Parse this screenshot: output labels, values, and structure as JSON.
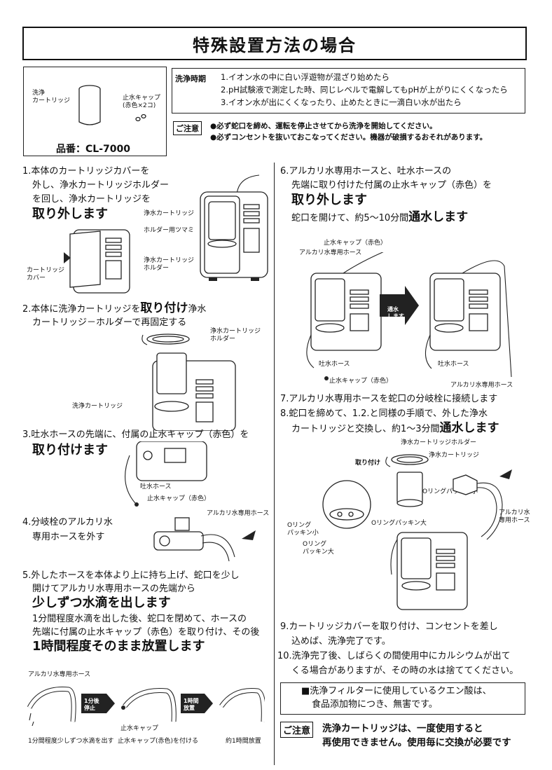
{
  "title": "特殊設置方法の場合",
  "parts": {
    "cartridge_label": "洗浄\nカートリッジ",
    "cap_label": "止水キャップ\n(赤色×2コ)",
    "model": "品番：CL-7000"
  },
  "cleaning_time": {
    "label": "洗浄時期",
    "items": [
      "1.イオン水の中に白い浮遊物が混ざり始めたら",
      "2.pH試験液で測定した時、同じレベルで電解してもpHが上がりにくくなったら",
      "3.イオン水が出にくくなったり、止めたときに一滴白い水が出たら"
    ]
  },
  "caution_top": {
    "label": "ご注意",
    "lines": [
      "●必ず蛇口を締め、運転を停止させてから洗浄を開始してください。",
      "●必ずコンセントを抜いておこなってください。機器が破損するおそれがあります。"
    ]
  },
  "steps": {
    "s1": {
      "l1": "1.本体のカートリッジカバーを",
      "l2": "外し、浄水カートリッジホルダー",
      "l3": "を回し、浄水カートリッジを",
      "bold": "取り外します"
    },
    "s1_labels": {
      "jo": "浄水カートリッジ",
      "holder": "ホルダー用ツマミ",
      "joh": "浄水カートリッジ\nホルダー",
      "cover": "カートリッジ\nカバー"
    },
    "s2": {
      "pre": "2.本体に洗浄カートリッジを",
      "bold": "取り付け",
      "post": "浄水",
      "l2": "カートリッジ－ホルダーで再固定する"
    },
    "s2_labels": {
      "holder": "浄水カートリッジ\nホルダー",
      "wash": "洗浄カートリッジ"
    },
    "s3": {
      "l1": "3.吐水ホースの先端に、付属の止水キャップ（赤色）を",
      "bold": "取り付けます"
    },
    "s3_labels": {
      "hose": "吐水ホース",
      "cap": "止水キャップ（赤色）"
    },
    "s4": {
      "l1": "4.分岐栓のアルカリ水",
      "l2": "専用ホースを外す",
      "label": "アルカリ水専用ホース"
    },
    "s5": {
      "l1": "5.外したホースを本体より上に持ち上げ、蛇口を少し",
      "l2": "開けてアルカリ水専用ホースの先端から",
      "bold1": "少しずつ水滴を出します",
      "l3": "1分間程度水滴を出した後、蛇口を閉めて、ホースの",
      "l4": "先端に付属の止水キャップ（赤色）を取り付け、その後",
      "bold2": "1時間程度そのまま放置します"
    },
    "s5_labels": {
      "hose": "アルカリ水専用ホース",
      "stop": "1分後\n停止",
      "leave": "1時間\n放置",
      "cap": "止水キャップ",
      "cap1": "1分間程度少しずつ水滴を出す",
      "cap2": "止水キャップ(赤色)を付ける",
      "cap3": "約1時間放置"
    },
    "s6": {
      "l1": "6.アルカリ水専用ホースと、吐水ホースの",
      "l2": "先端に取り付けた付属の止水キャップ（赤色）を",
      "bold": "取り外します",
      "pre": "蛇口を開けて、約5～10分間",
      "bold2": "通水します"
    },
    "s6_labels": {
      "cap": "止水キャップ（赤色）",
      "alk": "アルカリ水専用ホース",
      "flow": "通水\nします",
      "hose1": "吐水ホース",
      "hose2": "吐水ホース",
      "cap2": "止水キャップ（赤色）",
      "alk2": "アルカリ水専用ホース"
    },
    "s7": {
      "l1": "7.アルカリ水専用ホースを蛇口の分岐栓に接続します"
    },
    "s8": {
      "l1": "8.蛇口を締めて、1.2.と同様の手順で、外した浄水",
      "pre": "カートリッジと交換し、約1～3分間",
      "bold": "通水します"
    },
    "s8_labels": {
      "holder": "浄水カートリッジホルダー",
      "attach": "取り付け",
      "jo": "浄水カートリッジ",
      "o1": "Oリングパッキン小",
      "o2": "Oリング\nパッキン小",
      "o3": "Oリングパッキン大",
      "o4": "Oリング\nパッキン大",
      "alk": "アルカリ水\n専用ホース"
    },
    "s9": {
      "l1": "9.カートリッジカバーを取り付け、コンセントを差し",
      "l2": "込めば、洗浄完了です。"
    },
    "s10": {
      "l1": "10.洗浄完了後、しばらくの間使用中にカルシウムが出て",
      "l2": "くる場合がありますが、その時の水は捨ててください。"
    }
  },
  "note_box": {
    "l1": "■洗浄フィルターに使用しているクエン酸は、",
    "l2": "食品添加物につき、無害です。"
  },
  "caution_bottom": {
    "label": "ご注意",
    "l1": "洗浄カートリッジは、一度使用すると",
    "l2": "再使用できません。使用毎に交換が必要です"
  }
}
